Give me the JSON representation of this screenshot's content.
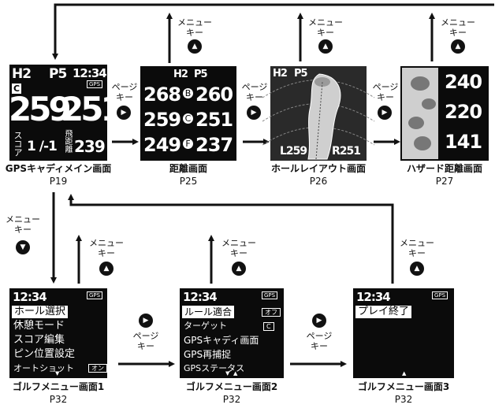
{
  "labels": {
    "menu_key": "メニュー\nキー",
    "page_key": "ページ\nキー",
    "up_symbol": "▲",
    "down_symbol": "▼",
    "page_symbol": "▶"
  },
  "screens": {
    "gps_main": {
      "caption": "GPSキャディメイン画面",
      "page": "P19",
      "hole": "H2",
      "par": "P5",
      "time": "12:34",
      "gps_badge": "GPS",
      "c_mark": "C",
      "left_dist": "259",
      "right_dist": "251",
      "score_label": "スコア",
      "score": "1 /-1",
      "shot_label": "飛距離",
      "shot": "239"
    },
    "distance": {
      "caption": "距離画面",
      "page": "P25",
      "hole": "H2",
      "par": "P5",
      "rows": [
        {
          "left": "268",
          "mark": "B",
          "right": "260"
        },
        {
          "left": "259",
          "mark": "C",
          "right": "251"
        },
        {
          "left": "249",
          "mark": "F",
          "right": "237"
        }
      ]
    },
    "hole_layout": {
      "caption": "ホールレイアウト画面",
      "page": "P26",
      "hole": "H2",
      "par": "P5",
      "left_dist": "L259",
      "right_dist": "R251"
    },
    "hazard": {
      "caption": "ハザード距離画面",
      "page": "P27",
      "distances": [
        "240",
        "220",
        "141"
      ]
    },
    "golf_menu_1": {
      "caption": "ゴルフメニュー画面1",
      "page": "P32",
      "time": "12:34",
      "gps_badge": "GPS",
      "items": [
        "ホール選択",
        "休憩モード",
        "スコア編集",
        "ピン位置設定",
        "オートショット"
      ],
      "tag": "オン"
    },
    "golf_menu_2": {
      "caption": "ゴルフメニュー画面2",
      "page": "P32",
      "time": "12:34",
      "gps_badge": "GPS",
      "items": [
        "ルール適合",
        "ターゲット",
        "GPSキャディ画面",
        "GPS再捕捉",
        "GPSステータス"
      ],
      "tags": [
        "オフ",
        "C"
      ]
    },
    "golf_menu_3": {
      "caption": "ゴルフメニュー画面3",
      "page": "P32",
      "time": "12:34",
      "gps_badge": "GPS",
      "items": [
        "プレイ終了"
      ]
    }
  }
}
